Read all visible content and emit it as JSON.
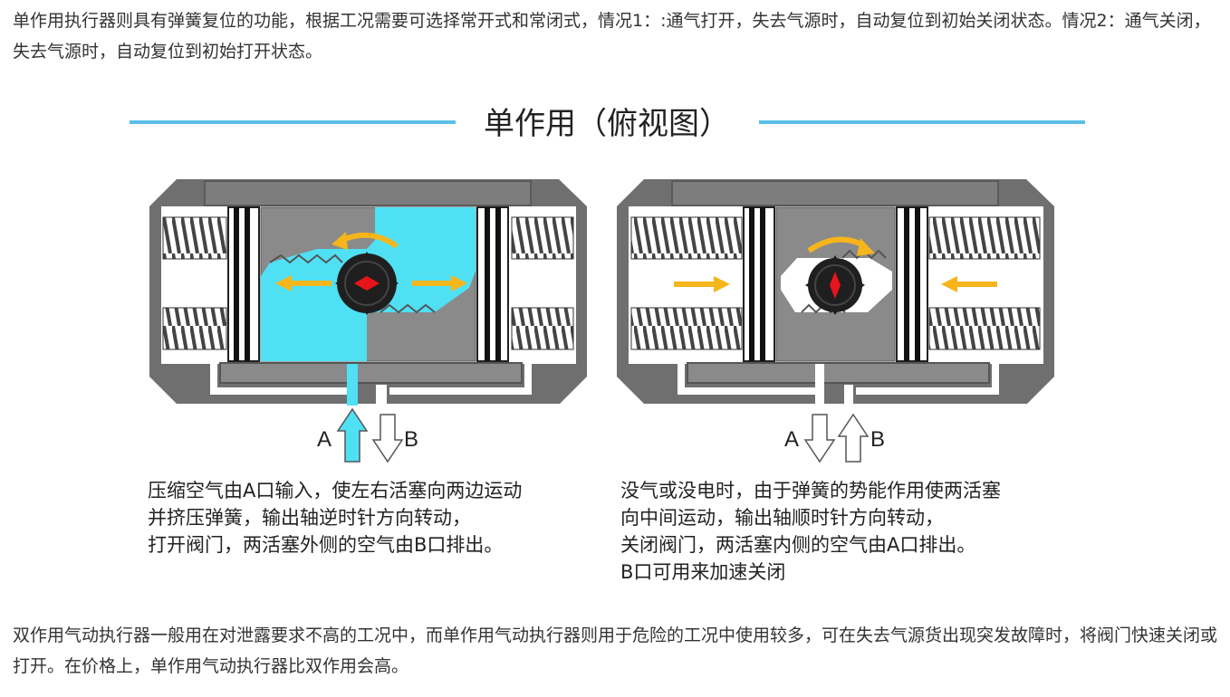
{
  "intro_paragraph": "单作用执行器则具有弹簧复位的功能，根据工况需要可选择常开式和常闭式，情况1：:通气打开，失去气源时，自动复位到初始关闭状态。情况2：通气关闭，失去气源时，自动复位到初始打开状态。",
  "diagram": {
    "title": "单作用（俯视图）",
    "left": {
      "port_a": "A",
      "port_b": "B",
      "caption_lines": [
        "压缩空气由A口输入，使左右活塞向两边运动",
        "并挤压弹簧，输出轴逆时针方向转动，",
        "打开阀门，两活塞外侧的空气由B口排出。"
      ]
    },
    "right": {
      "port_a": "A",
      "port_b": "B",
      "caption_lines": [
        "没气或没电时，由于弹簧的势能作用使两活塞",
        "向中间运动，输出轴顺时针方向转动，",
        "关闭阀门，两活塞内侧的空气由A口排出。",
        "B口可用来加速关闭"
      ]
    },
    "colors": {
      "title_line": "#5bc0e8",
      "body": "#707070",
      "cavity": "#8a8a8a",
      "air": "#4fe0f4",
      "arrow": "#f6b51a",
      "gear": "#1f1f1f",
      "shaft": "#e8141b"
    }
  },
  "closing_paragraph": "双作用气动执行器一般用在对泄露要求不高的工况中，而单作用气动执行器则用于危险的工况中使用较多，可在失去气源货出现突发故障时，将阀门快速关闭或打开。在价格上，单作用气动执行器比双作用会高。"
}
